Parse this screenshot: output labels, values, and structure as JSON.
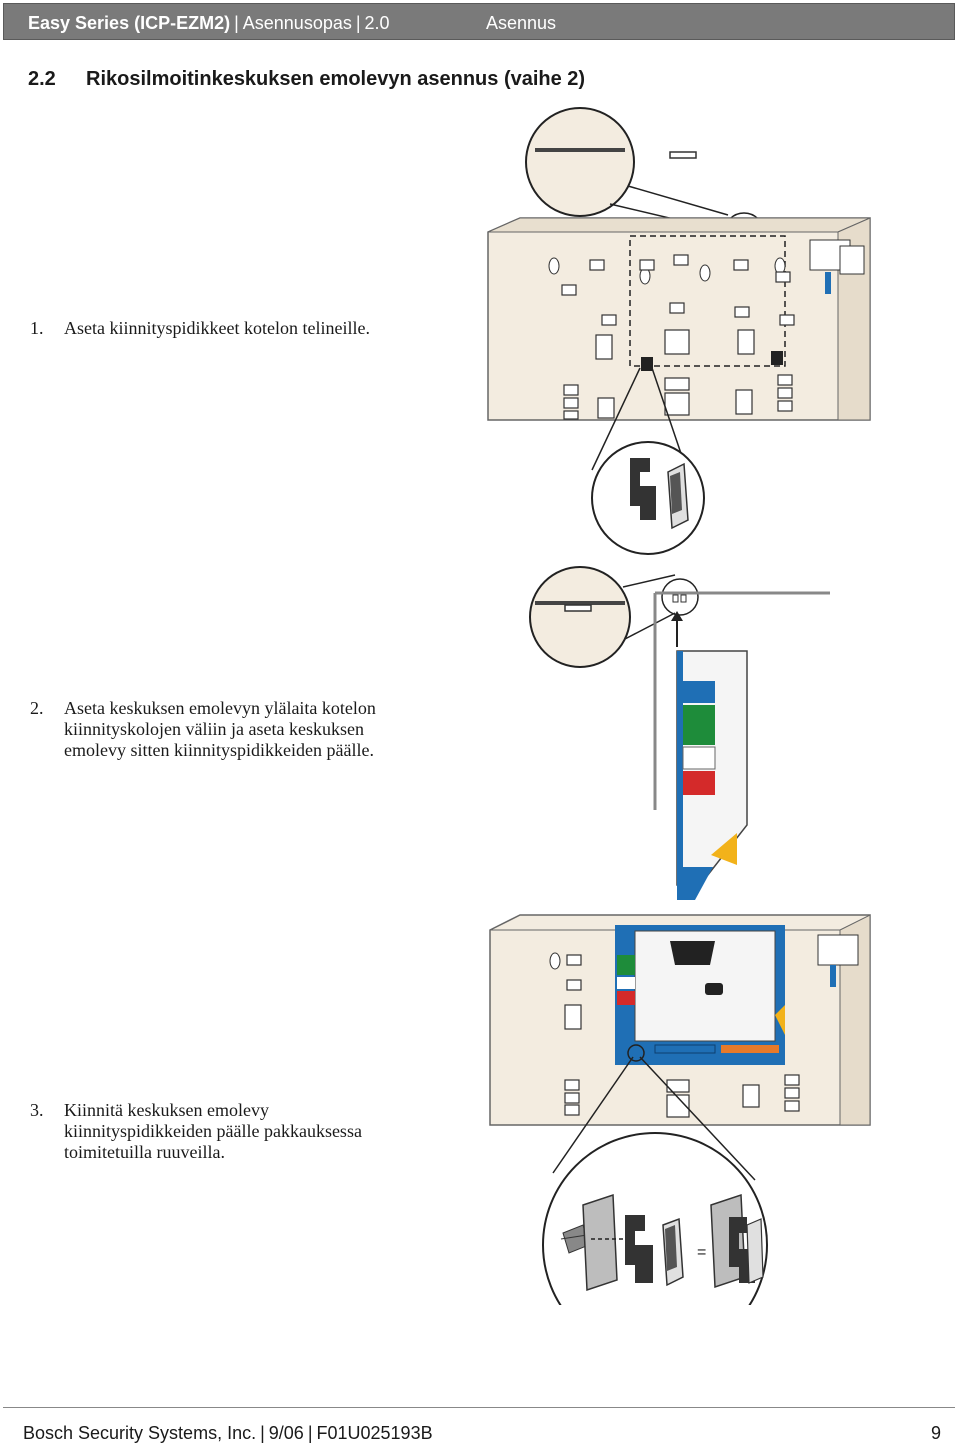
{
  "header": {
    "product": "Easy Series (ICP-EZM2)",
    "doc": "Asennusopas",
    "version": "2.0",
    "section": "Asennus"
  },
  "section": {
    "number": "2.2",
    "title": "Rikosilmoitinkeskuksen emolevyn asennus (vaihe 2)"
  },
  "steps": [
    {
      "number": "1.",
      "lines": [
        "Aseta kiinnityspidikkeet kotelon telineille."
      ]
    },
    {
      "number": "2.",
      "lines": [
        "Aseta keskuksen emolevyn ylälaita kotelon",
        "kiinnityskolojen väliin ja aseta keskuksen",
        "emolevy sitten kiinnityspidikkeiden päälle."
      ]
    },
    {
      "number": "3.",
      "lines": [
        "Kiinnitä keskuksen emolevy",
        "kiinnityspidikkeiden päälle pakkauksessa",
        "toimitetuilla ruuveilla."
      ]
    }
  ],
  "illustrations": {
    "fig3_equals": "="
  },
  "colors": {
    "header_bg": "#7a7a7a",
    "enclosure": "#f3ece0",
    "board_blue": "#1f6fb5",
    "terminal_green": "#1e8c3a",
    "terminal_red": "#d42a2a",
    "terminal_orange": "#e67a2a",
    "accent_yellow": "#f2b21a"
  },
  "footer": {
    "company": "Bosch Security Systems, Inc.",
    "date": "9/06",
    "doc_id": "F01U025193B",
    "page": "9"
  }
}
